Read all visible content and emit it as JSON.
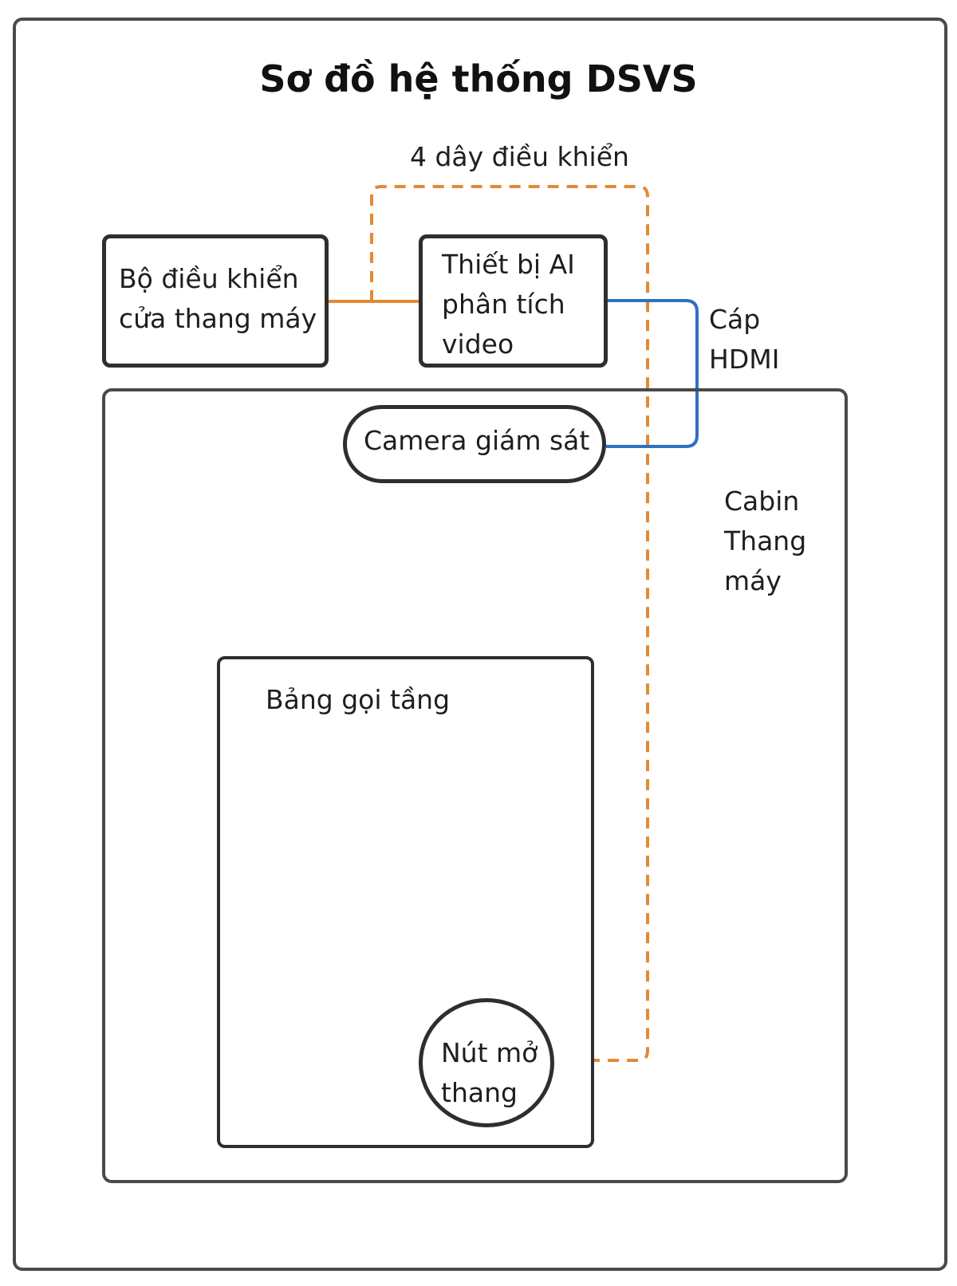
{
  "title": "Sơ đồ hệ thống DSVS",
  "nodes": {
    "door_controller": {
      "lines": [
        "Bộ điều khiển",
        "cửa thang máy"
      ]
    },
    "ai_device": {
      "lines": [
        "Thiết bị AI",
        "phân tích",
        "video"
      ]
    },
    "camera": {
      "label": "Camera giám sát"
    },
    "cabin": {
      "lines": [
        "Cabin",
        "Thang",
        "máy"
      ]
    },
    "call_panel": {
      "label": "Bảng gọi tầng"
    },
    "open_button": {
      "lines": [
        "Nút mở",
        "thang"
      ]
    }
  },
  "connections": {
    "control_wires": {
      "label": "4 dây điều khiển",
      "color": "#e38a35"
    },
    "hdmi_cable": {
      "lines": [
        "Cáp",
        "HDMI"
      ],
      "color": "#2f6fc4"
    },
    "controller_link": {
      "color": "#e38a35"
    }
  },
  "colors": {
    "border": "#2e2e2e",
    "frame": "#4a4a4a",
    "control_wire": "#e38a35",
    "hdmi": "#2f6fc4"
  }
}
